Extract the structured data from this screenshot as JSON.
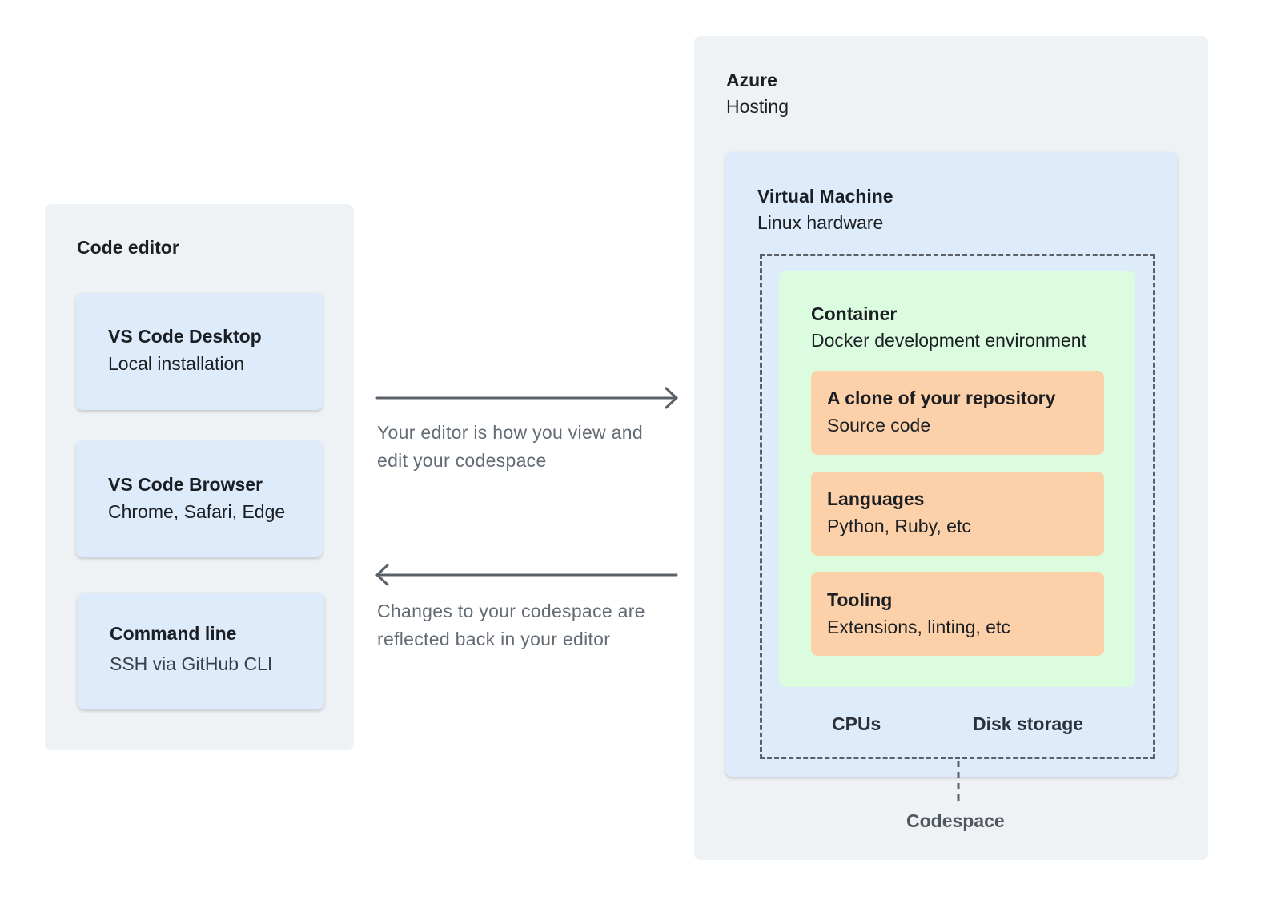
{
  "code_editor": {
    "title": "Code editor",
    "items": [
      {
        "title": "VS Code Desktop",
        "subtitle": "Local installation"
      },
      {
        "title": "VS Code Browser",
        "subtitle": "Chrome, Safari, Edge"
      },
      {
        "title": "Command line",
        "subtitle": "SSH via GitHub CLI"
      }
    ]
  },
  "arrows": {
    "to_codespace": "Your editor is how you view and edit your codespace",
    "to_editor": "Changes to your codespace are reflected back in your editor"
  },
  "azure": {
    "title": "Azure",
    "subtitle": "Hosting",
    "vm": {
      "title": "Virtual Machine",
      "subtitle": "Linux hardware",
      "container": {
        "title": "Container",
        "subtitle": "Docker development environment",
        "items": [
          {
            "title": "A clone of your repository",
            "subtitle": "Source code"
          },
          {
            "title": "Languages",
            "subtitle": "Python, Ruby, etc"
          },
          {
            "title": "Tooling",
            "subtitle": "Extensions, linting, etc"
          }
        ]
      },
      "resources": [
        "CPUs",
        "Disk storage"
      ]
    },
    "codespace_label": "Codespace"
  }
}
